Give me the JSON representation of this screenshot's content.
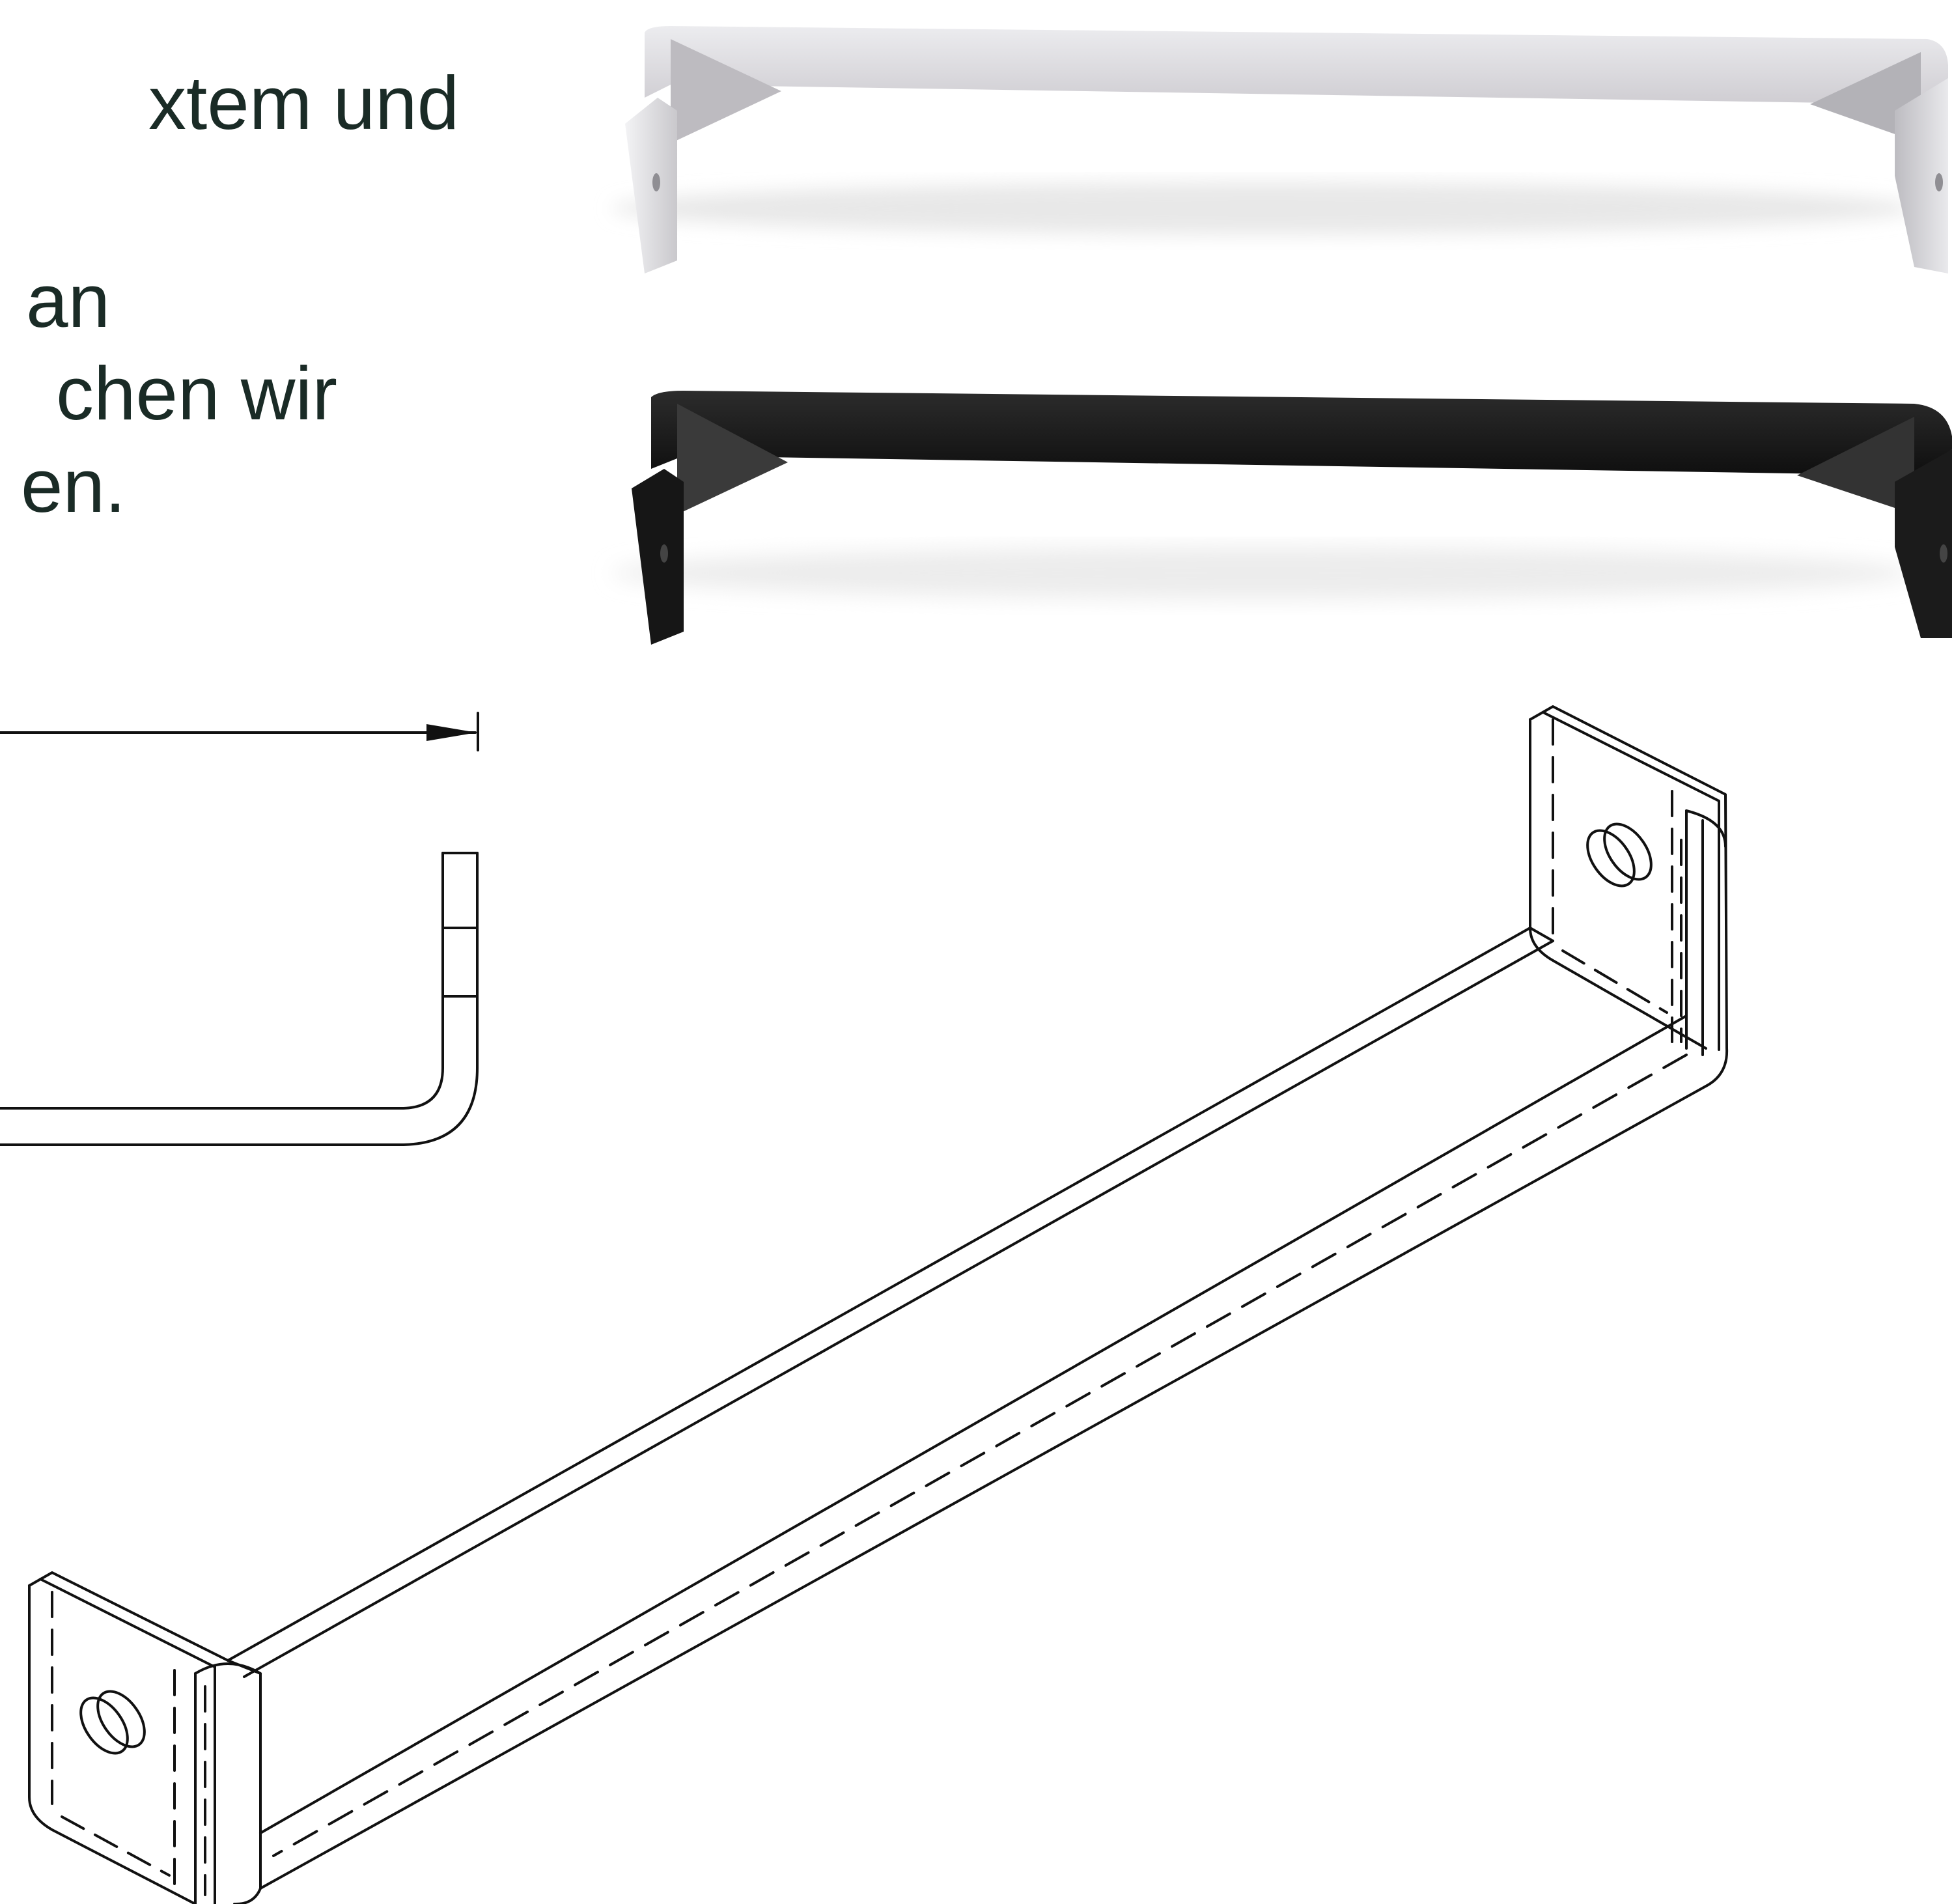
{
  "text_fragments": {
    "line_1": "xtem und",
    "line_2": "an",
    "line_3": "chen wir",
    "line_4": "en."
  },
  "colors": {
    "text": "#1a2b26",
    "line": "#111111",
    "handle_white": "#dcdbde",
    "handle_black": "#141414"
  },
  "images": {
    "handle_white": "white-handle-photo",
    "handle_black": "black-handle-photo",
    "side_view": "handle-side-view-drawing",
    "isometric_view": "handle-isometric-drawing"
  }
}
